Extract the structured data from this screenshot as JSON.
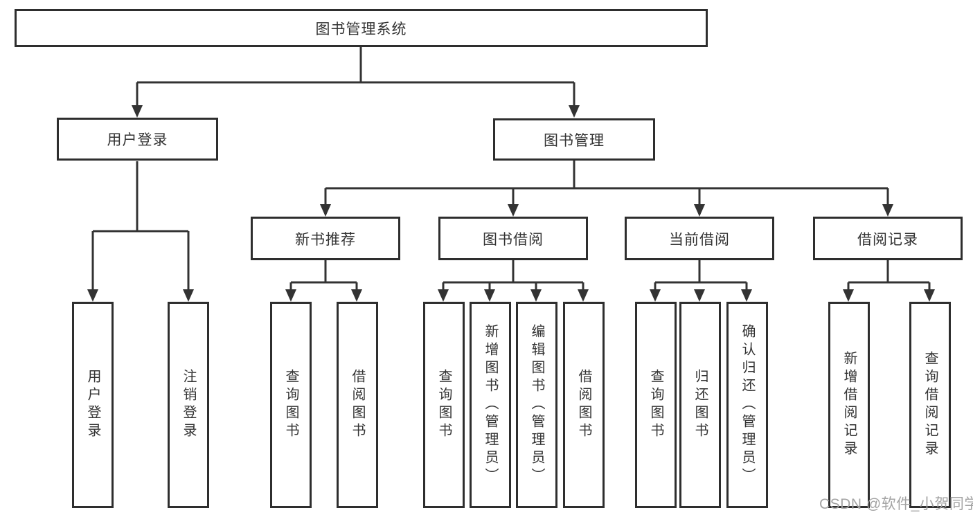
{
  "diagram": {
    "type": "hierarchy-tree",
    "tree": {
      "label": "图书管理系统",
      "children": [
        {
          "label": "用户登录",
          "children": [
            {
              "label": "用户登录"
            },
            {
              "label": "注销登录"
            }
          ]
        },
        {
          "label": "图书管理",
          "children": [
            {
              "label": "新书推荐",
              "children": [
                {
                  "label": "查询图书"
                },
                {
                  "label": "借阅图书"
                }
              ]
            },
            {
              "label": "图书借阅",
              "children": [
                {
                  "label": "查询图书"
                },
                {
                  "label": "新增图书（管理员）"
                },
                {
                  "label": "编辑图书（管理员）"
                },
                {
                  "label": "借阅图书"
                }
              ]
            },
            {
              "label": "当前借阅",
              "children": [
                {
                  "label": "查询图书"
                },
                {
                  "label": "归还图书"
                },
                {
                  "label": "确认归还（管理员）"
                }
              ]
            },
            {
              "label": "借阅记录",
              "children": [
                {
                  "label": "新增借阅记录"
                },
                {
                  "label": "查询借阅记录"
                }
              ]
            }
          ]
        }
      ]
    },
    "colors": {
      "line": "#333333",
      "box_border": "#2e2e2e",
      "box_fill": "#ffffff",
      "text": "#333333",
      "background": "#ffffff"
    }
  },
  "watermark": {
    "text": "CSDN @软件_小贺同学",
    "color": "#a3a3a3"
  }
}
